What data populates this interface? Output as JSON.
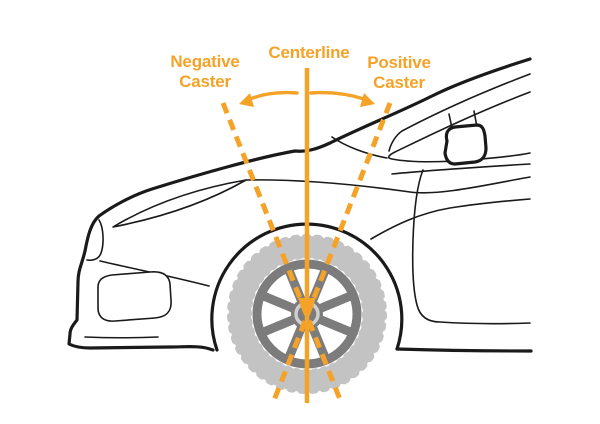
{
  "labels": {
    "centerline": "Centerline",
    "negative_caster": [
      "Negative",
      "Caster"
    ],
    "positive_caster": [
      "Positive",
      "Caster"
    ]
  },
  "colors": {
    "accent": "#F5A228",
    "outline": "#1a1a1a",
    "tire": "#C3C3C3",
    "rim": "#7C7C7C",
    "hub-ring": "#CFCFCF"
  }
}
